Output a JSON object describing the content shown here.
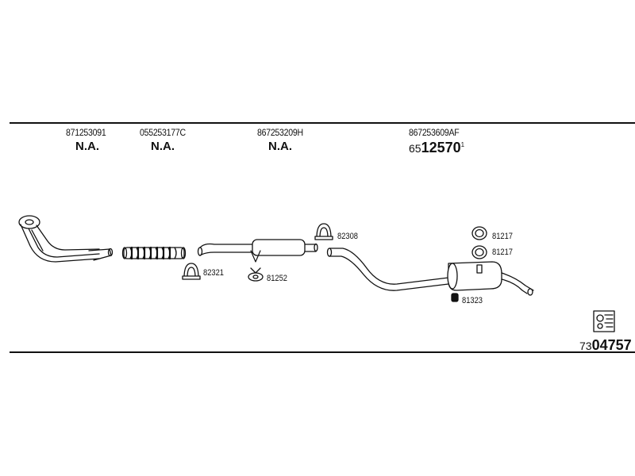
{
  "parts": [
    {
      "number": "871253091",
      "price": "N.A."
    },
    {
      "number": "055253177C",
      "price": "N.A."
    },
    {
      "number": "867253209H",
      "price": "N.A."
    },
    {
      "number": "867253609AF",
      "price_prefix": "65",
      "price_main": "12570",
      "price_sup": "1"
    }
  ],
  "refs": [
    "82321",
    "81252",
    "82308",
    "81217",
    "81217",
    "81323"
  ],
  "code": {
    "prefix": "73",
    "main": "04757"
  }
}
